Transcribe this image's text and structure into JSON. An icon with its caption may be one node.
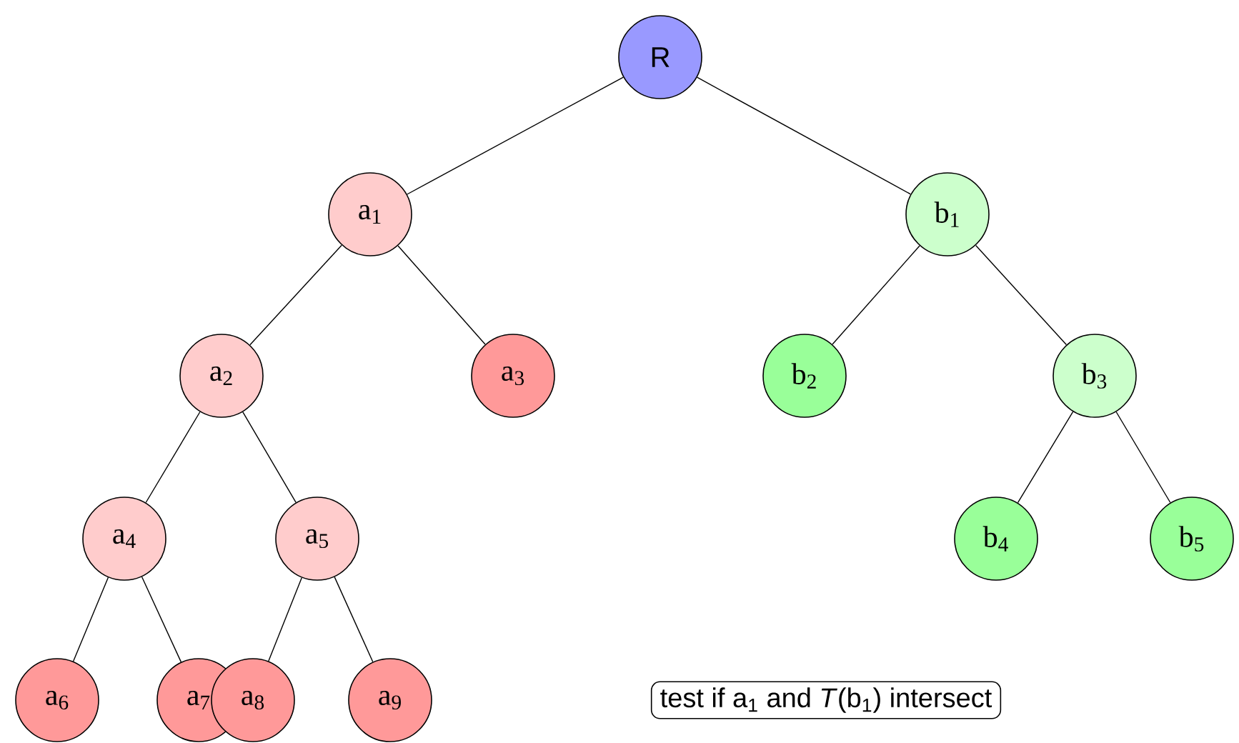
{
  "diagram": {
    "nodes": [
      {
        "text": [
          "R"
        ]
      },
      {
        "text": [
          "a$_{1}$"
        ]
      },
      {
        "text": [
          "b$_{1}$"
        ]
      },
      {
        "text": [
          "a$_{2}$"
        ]
      },
      {
        "text": [
          "a$_{3}$"
        ]
      },
      {
        "text": [
          "b$_{2}$"
        ]
      },
      {
        "text": [
          "b$_{3}$"
        ]
      },
      {
        "text": [
          "a$_{4}$"
        ]
      },
      {
        "text": [
          "a$_{5}$"
        ]
      },
      {
        "text": [
          "b$_{4}$"
        ]
      },
      {
        "text": [
          "b$_{5}$"
        ]
      },
      {
        "text": [
          "a$_{6}$"
        ]
      },
      {
        "text": [
          "a$_{7}$"
        ]
      },
      {
        "text": [
          "a$_{8}$"
        ]
      },
      {
        "text": [
          "a$_{9}$"
        ]
      },
      {
        "text": [
          "test if a$_{1}$ and *T*(b$_{1}$) intersect"
        ]
      }
    ],
    "edges": [
      {
        "from": 0,
        "to": 1,
        "arrow": "none"
      },
      {
        "from": 0,
        "to": 2,
        "arrow": "none"
      },
      {
        "from": 1,
        "to": 3,
        "arrow": "none"
      },
      {
        "from": 1,
        "to": 4,
        "arrow": "none"
      },
      {
        "from": 3,
        "to": 7,
        "arrow": "none"
      },
      {
        "from": 3,
        "to": 8,
        "arrow": "none"
      },
      {
        "from": 7,
        "to": 11,
        "arrow": "none"
      },
      {
        "from": 7,
        "to": 12,
        "arrow": "none"
      },
      {
        "from": 8,
        "to": 13,
        "arrow": "none"
      },
      {
        "from": 8,
        "to": 14,
        "arrow": "none"
      },
      {
        "from": 2,
        "to": 5,
        "arrow": "none"
      },
      {
        "from": 2,
        "to": 6,
        "arrow": "none"
      },
      {
        "from": 6,
        "to": 9,
        "arrow": "none"
      },
      {
        "from": 6,
        "to": 10,
        "arrow": "none"
      }
    ]
  }
}
